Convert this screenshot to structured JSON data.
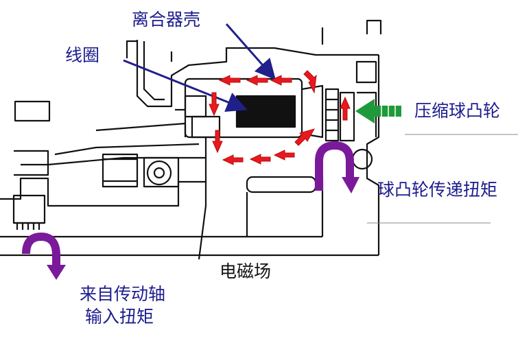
{
  "labels": {
    "clutch_housing": "离合器壳",
    "coil": "线圈",
    "compression_cam": "压缩球凸轮",
    "cam_torque": "球凸轮传递扭矩",
    "magnetic_field": "电磁场",
    "input_line1": "来自传动轴",
    "input_line2": "输入扭矩"
  },
  "colors": {
    "label_blue": "#1c1c8e",
    "flux_arrow_red": "#e8191c",
    "cam_arrow_green": "#1f9a3a",
    "torque_arrow_purple": "#7a1a9a",
    "pointer_blue": "#20208a",
    "line_art": "#111111"
  },
  "icons": {
    "flux": "red-arrow-icon",
    "compression": "green-arrow-icon",
    "rotation": "curved-arrow-icon"
  }
}
